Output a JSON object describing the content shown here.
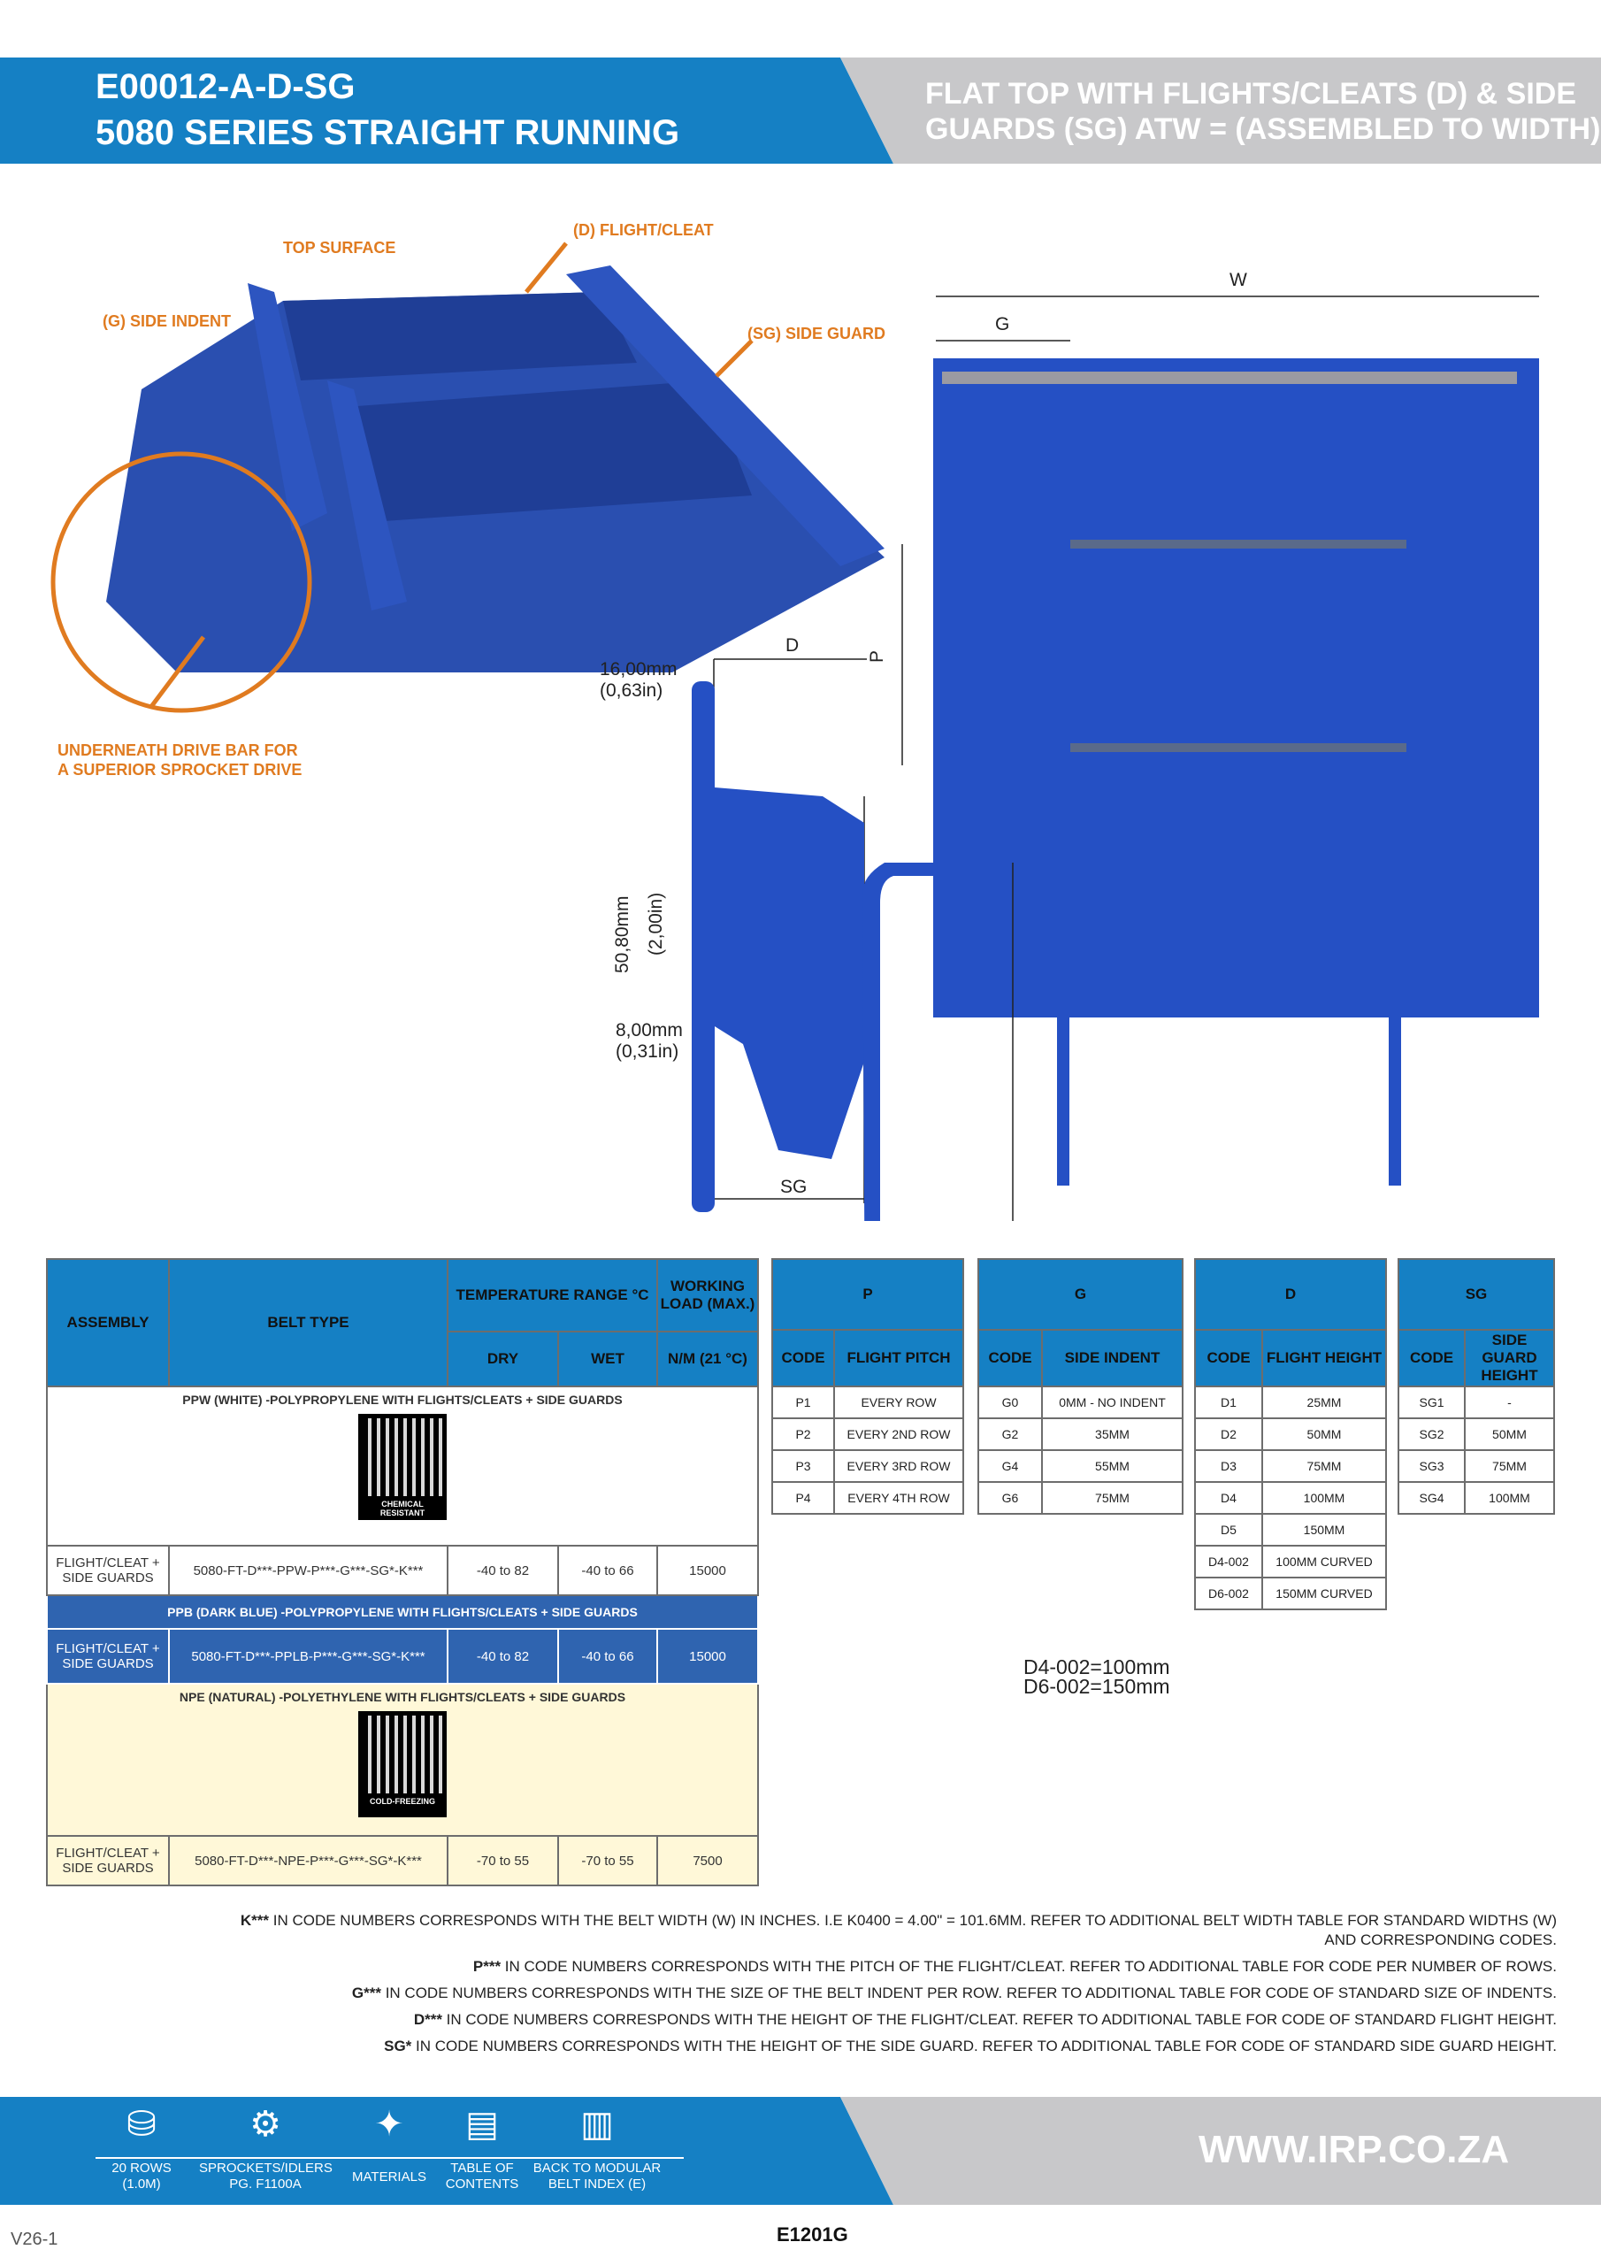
{
  "header": {
    "code": "E00012-A-D-SG",
    "series": "5080 SERIES STRAIGHT RUNNING",
    "desc_line1": "FLAT TOP WITH FLIGHTS/CLEATS (D) & SIDE",
    "desc_line2": "GUARDS (SG) ATW = (ASSEMBLED TO WIDTH)"
  },
  "illustration": {
    "top_surface": "TOP SURFACE",
    "flight": "(D) FLIGHT/CLEAT",
    "side_indent": "(G) SIDE INDENT",
    "side_guard": "(SG) SIDE GUARD",
    "drive_bar_1": "UNDERNEATH DRIVE BAR FOR",
    "drive_bar_2": "A SUPERIOR SPROCKET DRIVE"
  },
  "dimensions": {
    "w": "W",
    "g": "G",
    "p": "P",
    "d": "D",
    "sg": "SG",
    "d1": "16,00mm",
    "d1_in": "(0,63in)",
    "d2": "50,80mm",
    "d2_in": "(2,00in)",
    "d3": "8,00mm",
    "d3_in": "(0,31in)",
    "curved_1": "D4-002=100mm",
    "curved_2": "D6-002=150mm"
  },
  "main_table": {
    "headers": {
      "assembly": "ASSEMBLY",
      "belt_type": "BELT TYPE",
      "temp": "TEMPERATURE RANGE °C",
      "load": "WORKING LOAD (MAX.)",
      "dry": "DRY",
      "wet": "WET",
      "load_unit": "N/M (21 °C)"
    },
    "groups": [
      {
        "title": "PPW (WHITE) -POLYPROPYLENE WITH FLIGHTS/CLEATS + SIDE GUARDS",
        "badge": "CHEMICAL RESISTANT",
        "assembly": "FLIGHT/CLEAT + SIDE GUARDS",
        "belt": "5080-FT-D***-PPW-P***-G***-SG*-K***",
        "dry": "-40 to 82",
        "wet": "-40 to 66",
        "load": "15000"
      },
      {
        "title": "PPB (DARK BLUE) -POLYPROPYLENE WITH FLIGHTS/CLEATS + SIDE GUARDS",
        "assembly": "FLIGHT/CLEAT + SIDE GUARDS",
        "belt": "5080-FT-D***-PPLB-P***-G***-SG*-K***",
        "dry": "-40 to 82",
        "wet": "-40 to 66",
        "load": "15000"
      },
      {
        "title": "NPE (NATURAL) -POLYETHYLENE WITH FLIGHTS/CLEATS + SIDE GUARDS",
        "badge": "COLD-FREEZING",
        "assembly": "FLIGHT/CLEAT + SIDE GUARDS",
        "belt": "5080-FT-D***-NPE-P***-G***-SG*-K***",
        "dry": "-70 to 55",
        "wet": "-70 to 55",
        "load": "7500"
      }
    ]
  },
  "p_table": {
    "title": "P",
    "code": "CODE",
    "col": "FLIGHT PITCH",
    "rows": [
      [
        "P1",
        "EVERY ROW"
      ],
      [
        "P2",
        "EVERY 2ND ROW"
      ],
      [
        "P3",
        "EVERY 3RD ROW"
      ],
      [
        "P4",
        "EVERY 4TH ROW"
      ]
    ]
  },
  "g_table": {
    "title": "G",
    "code": "CODE",
    "col": "SIDE INDENT",
    "rows": [
      [
        "G0",
        "0MM - NO INDENT"
      ],
      [
        "G2",
        "35MM"
      ],
      [
        "G4",
        "55MM"
      ],
      [
        "G6",
        "75MM"
      ]
    ]
  },
  "d_table": {
    "title": "D",
    "code": "CODE",
    "col": "FLIGHT HEIGHT",
    "rows": [
      [
        "D1",
        "25MM"
      ],
      [
        "D2",
        "50MM"
      ],
      [
        "D3",
        "75MM"
      ],
      [
        "D4",
        "100MM"
      ],
      [
        "D5",
        "150MM"
      ],
      [
        "D4-002",
        "100MM CURVED"
      ],
      [
        "D6-002",
        "150MM CURVED"
      ]
    ]
  },
  "sg_table": {
    "title": "SG",
    "code": "CODE",
    "col": "SIDE GUARD HEIGHT",
    "rows": [
      [
        "SG1",
        "-"
      ],
      [
        "SG2",
        "50MM"
      ],
      [
        "SG3",
        "75MM"
      ],
      [
        "SG4",
        "100MM"
      ]
    ]
  },
  "notes": [
    {
      "key": "K***",
      "text": " IN CODE NUMBERS CORRESPONDS WITH THE BELT WIDTH (W) IN INCHES. I.E K0400 = 4.00\" = 101.6MM. REFER TO ADDITIONAL BELT WIDTH TABLE FOR STANDARD WIDTHS (W) AND CORRESPONDING CODES."
    },
    {
      "key": "P***",
      "text": " IN CODE NUMBERS CORRESPONDS WITH THE PITCH OF THE FLIGHT/CLEAT. REFER TO ADDITIONAL TABLE FOR CODE PER NUMBER OF ROWS."
    },
    {
      "key": "G***",
      "text": " IN CODE NUMBERS CORRESPONDS WITH THE SIZE OF THE BELT INDENT PER ROW. REFER TO ADDITIONAL TABLE FOR CODE OF STANDARD SIZE OF INDENTS."
    },
    {
      "key": "D***",
      "text": " IN CODE NUMBERS CORRESPONDS WITH THE HEIGHT OF THE FLIGHT/CLEAT. REFER TO ADDITIONAL TABLE FOR CODE OF STANDARD FLIGHT HEIGHT."
    },
    {
      "key": "SG*",
      "text": " IN CODE NUMBERS CORRESPONDS WITH THE HEIGHT OF THE SIDE GUARD. REFER TO ADDITIONAL TABLE FOR CODE OF STANDARD SIDE GUARD HEIGHT."
    }
  ],
  "footer": {
    "items": [
      {
        "icon": "rolls-icon",
        "l1": "20 ROWS",
        "l2": "(1.0M)"
      },
      {
        "icon": "gear-icon",
        "l1": "SPROCKETS/IDLERS",
        "l2": "PG. F1100A"
      },
      {
        "icon": "materials-icon",
        "l1": "MATERIALS",
        "l2": ""
      },
      {
        "icon": "document-icon",
        "l1": "TABLE OF",
        "l2": "CONTENTS"
      },
      {
        "icon": "index-icon",
        "l1": "BACK TO MODULAR",
        "l2": "BELT INDEX (E)"
      }
    ],
    "website": "WWW.IRP.CO.ZA",
    "version": "V26-1",
    "page": "E1201G"
  }
}
